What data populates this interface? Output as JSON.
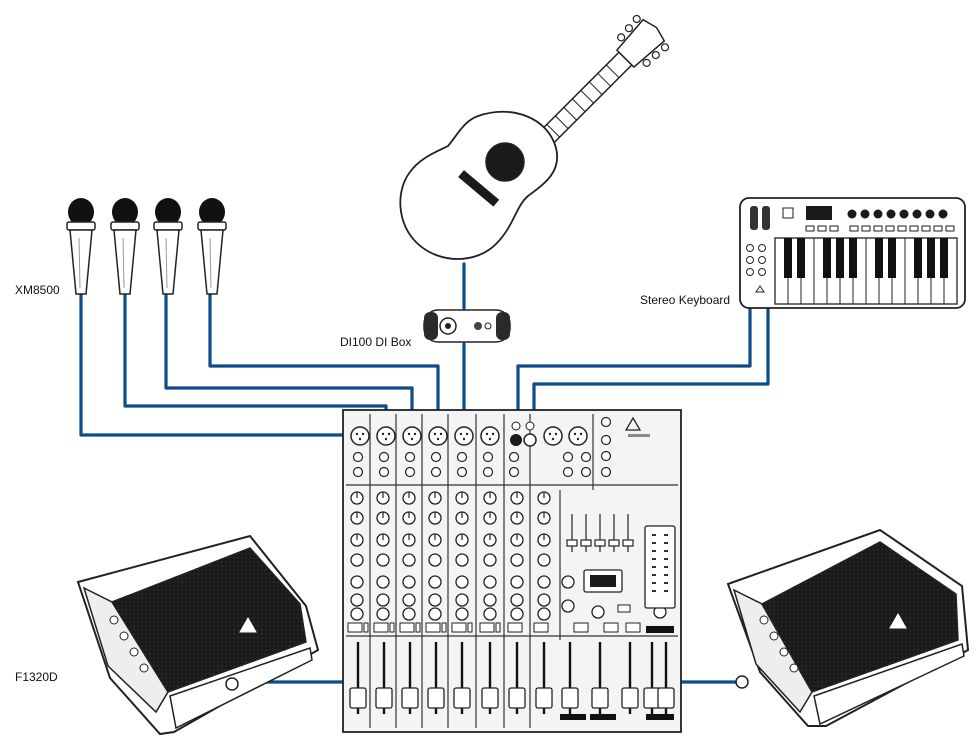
{
  "labels": {
    "microphones": "XM8500",
    "di_box": "DI100 DI Box",
    "keyboard": "Stereo Keyboard",
    "speakers": "F1320D"
  },
  "colors": {
    "cable": "#0d4c86",
    "outline": "#2a2a2a",
    "dark": "#111111",
    "panel": "#f2f2f2"
  },
  "icons": [
    "microphone-icon",
    "acoustic-guitar-icon",
    "di-box-icon",
    "midi-keyboard-icon",
    "mixer-icon",
    "stage-monitor-icon"
  ]
}
